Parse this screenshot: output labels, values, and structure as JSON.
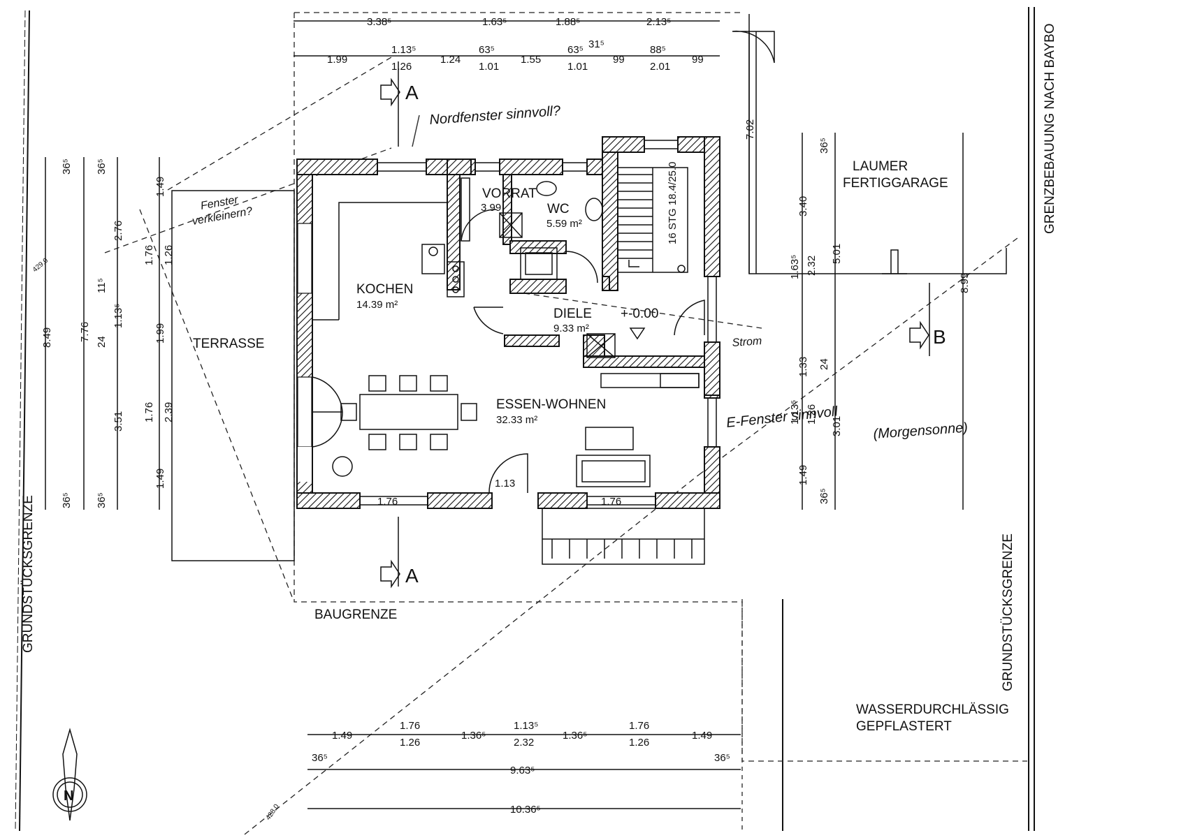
{
  "rooms": {
    "kochen": {
      "name": "KOCHEN",
      "area": "14.39 m²"
    },
    "vorrat": {
      "name": "VORRAT",
      "area": "3.99"
    },
    "wc": {
      "name": "WC",
      "area": "5.59 m²"
    },
    "diele": {
      "name": "DIELE",
      "area": "9.33 m²"
    },
    "level": "+-0.00",
    "essen": {
      "name": "ESSEN-WOHNEN",
      "area": "32.33 m²"
    },
    "terrasse": "TERRASSE",
    "stair": "16 STG 18.4/25.0"
  },
  "site": {
    "garage_l1": "LAUMER",
    "garage_l2": "FERTIGGARAGE",
    "baugrenze": "BAUGRENZE",
    "grenze_left": "GRUNDSTÜCKSGRENZE",
    "grenze_right": "GRUNDSTÜCKSGRENZE",
    "grenzbebauung": "GRENZBEBAUUNG NACH BAYBO",
    "pflaster_l1": "WASSERDURCHLÄSSIG",
    "pflaster_l2": "GEPFLASTERT",
    "section_a_top": "A",
    "section_a_bottom": "A",
    "section_b": "B",
    "north": "N",
    "elev_top": "429.0",
    "elev_bottom": "428.0"
  },
  "dimensions": {
    "top_row1": [
      "3.38⁵",
      "1.63⁵",
      "1.88⁵",
      "2.13⁵"
    ],
    "top_row2": [
      "1.99",
      "1.13⁵",
      "1.24",
      "63⁵",
      "1.55",
      "63⁵",
      "31⁵",
      "99",
      "88⁵",
      "99"
    ],
    "top_row2_sub": [
      "1.26",
      "1.01",
      "1.01",
      "2.01"
    ],
    "left_col1": [
      "36⁵",
      "8.49",
      "36⁵"
    ],
    "left_col2": [
      "7.76"
    ],
    "left_col3": [
      "36⁵",
      "2.76",
      "11⁵",
      "1.13⁵",
      "24",
      "3.51",
      "36⁵"
    ],
    "left_col4": [
      "1.49",
      "1.76",
      "1.26",
      "1.99",
      "1.76",
      "2.39",
      "1.49"
    ],
    "right_col1": [
      "36⁵",
      "3.40",
      "1.63⁵",
      "2.32",
      "1.33",
      "1.13⁵",
      "1.26",
      "1.49",
      "36⁵"
    ],
    "right_col2": [
      "5.01",
      "24",
      "3.01"
    ],
    "right_col3": [
      "8.99"
    ],
    "right_top": "7.02",
    "bottom_row1": [
      "1.49",
      "1.76",
      "1.36⁵",
      "1.13⁵",
      "1.36⁵",
      "1.76",
      "1.49"
    ],
    "bottom_row1_sub": [
      "1.26",
      "2.32",
      "1.26"
    ],
    "bottom_row2": [
      "36⁵",
      "9.63⁵",
      "36⁵"
    ],
    "bottom_row3": "10.36⁵",
    "door_small": "1.13",
    "window_labels": [
      "1.76",
      "1.76"
    ]
  },
  "notes": {
    "fenster": [
      "Fenster",
      "verkleinern?"
    ],
    "nordfenster": "Nordfenster sinnvoll?",
    "fenster_right": [
      "E-Fenster sinnvoll",
      "(Morgensonne)"
    ],
    "strich": "Strom"
  }
}
